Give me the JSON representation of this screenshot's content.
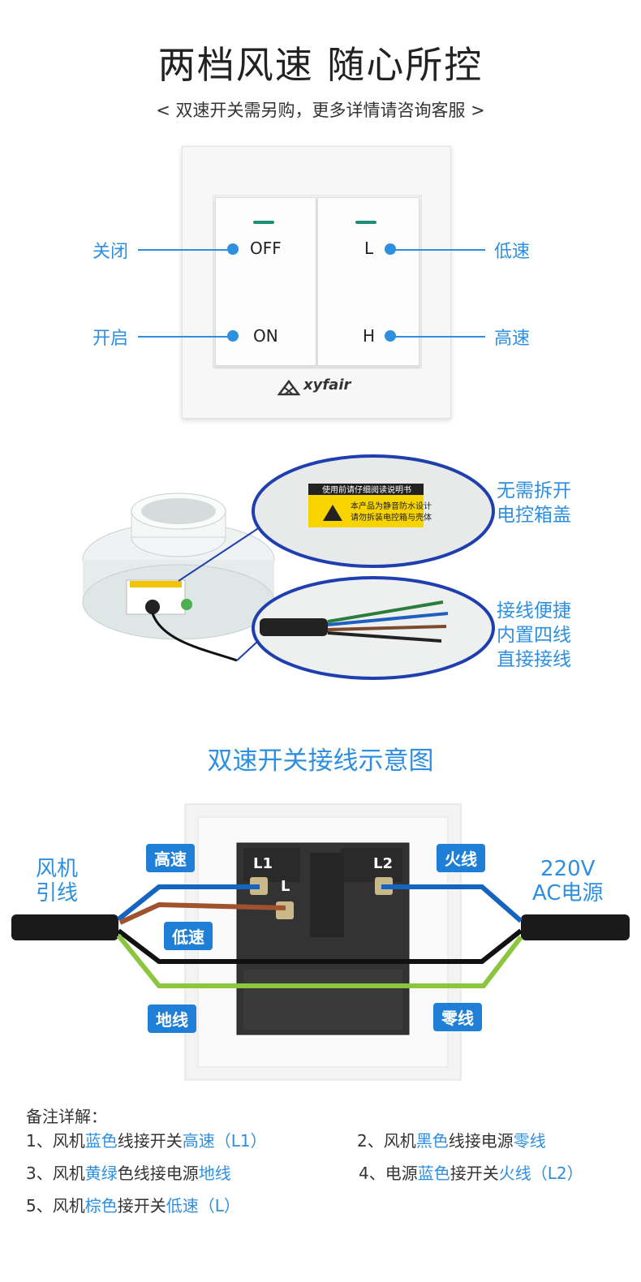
{
  "header": {
    "title": "两档风速 随心所控",
    "subtitle": "< 双速开关需另购，更多详情请咨询客服 >"
  },
  "switch": {
    "off_label": "OFF",
    "on_label": "ON",
    "low_label": "L",
    "high_label": "H",
    "brand": "xyfair",
    "callouts": {
      "close": "关闭",
      "open": "开启",
      "low_speed": "低速",
      "high_speed": "高速"
    }
  },
  "fan": {
    "sticker_title": "使用前请仔细阅读说明书",
    "sticker_line1": "本产品为静音防水设计",
    "sticker_line2": "请勿拆装电控箱与壳体",
    "note_top": [
      "无需拆开",
      "电控箱盖"
    ],
    "note_bottom": [
      "接线便捷",
      "内置四线",
      "直接接线"
    ]
  },
  "wiring": {
    "title": "双速开关接线示意图",
    "left_label": [
      "风机",
      "引线"
    ],
    "right_label": [
      "220V",
      "AC电源"
    ],
    "terminals": {
      "l1": "L1",
      "l": "L",
      "l2": "L2"
    },
    "tags": {
      "high": "高速",
      "low": "低速",
      "ground": "地线",
      "live": "火线",
      "neutral": "零线"
    },
    "colors": {
      "blue": "#1565c0",
      "brown": "#a0522d",
      "black": "#111111",
      "green_yellow": "#8cc63f"
    }
  },
  "notes": {
    "heading": "备注详解：",
    "n1": {
      "a": "1、风机",
      "b": "蓝色",
      "c": "线接开关",
      "d": "高速（L1）"
    },
    "n2": {
      "a": "2、风机",
      "b": "黑色",
      "c": "线接电源",
      "d": "零线"
    },
    "n3": {
      "a": "3、风机",
      "b": "黄绿",
      "c": "色线接电源",
      "d": "地线"
    },
    "n4": {
      "a": "4、电源",
      "b": "蓝色",
      "c": "接开关",
      "d": "火线（L2）"
    },
    "n5": {
      "a": "5、风机",
      "b": "棕色",
      "c": "接开关",
      "d": "低速（L）"
    }
  }
}
